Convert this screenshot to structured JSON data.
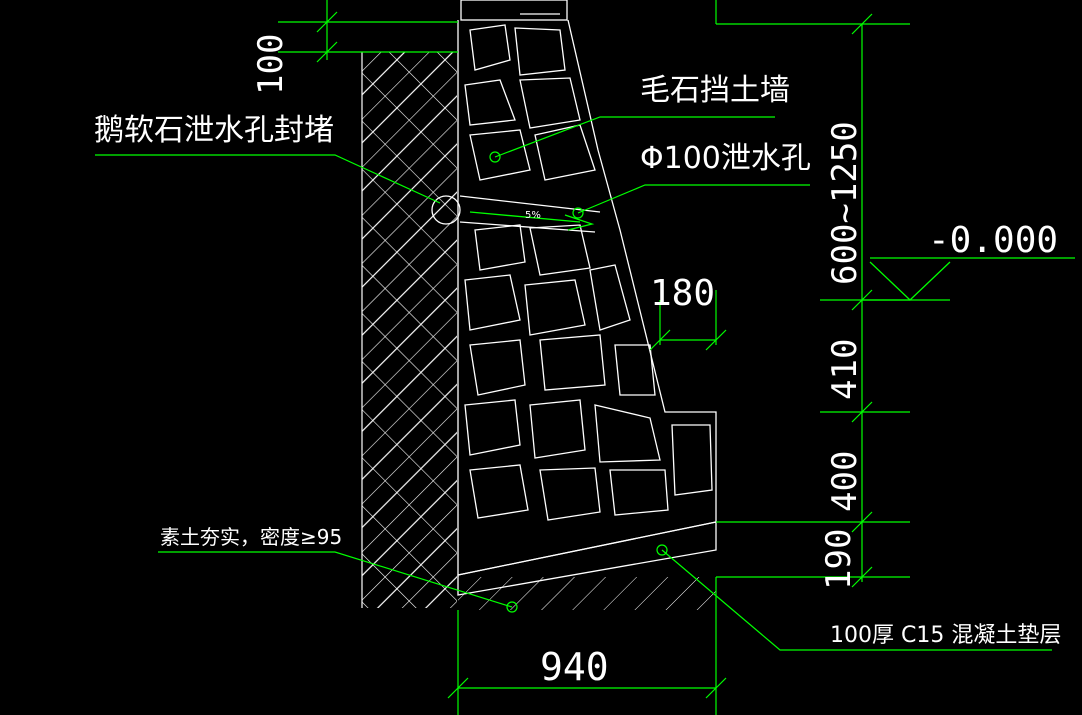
{
  "drawing": {
    "labels": {
      "wall": "毛石挡土墙",
      "drain_hole": "Φ100泄水孔",
      "plug": "鹅软石泄水孔封堵",
      "soil": "素土夯实，密度≥95",
      "cushion": "100厚 C15  混凝土垫层",
      "elevation": "-0.000",
      "slope": "5%"
    },
    "dims": {
      "top_width": "180",
      "base_width": "940",
      "h1": "600~1250",
      "h2": "410",
      "h3": "400",
      "h4": "190",
      "cut_top": "100"
    },
    "colors": {
      "background": "#000000",
      "lines": "#ffffff",
      "dimension": "#00ff00",
      "leader": "#00ff00"
    }
  }
}
